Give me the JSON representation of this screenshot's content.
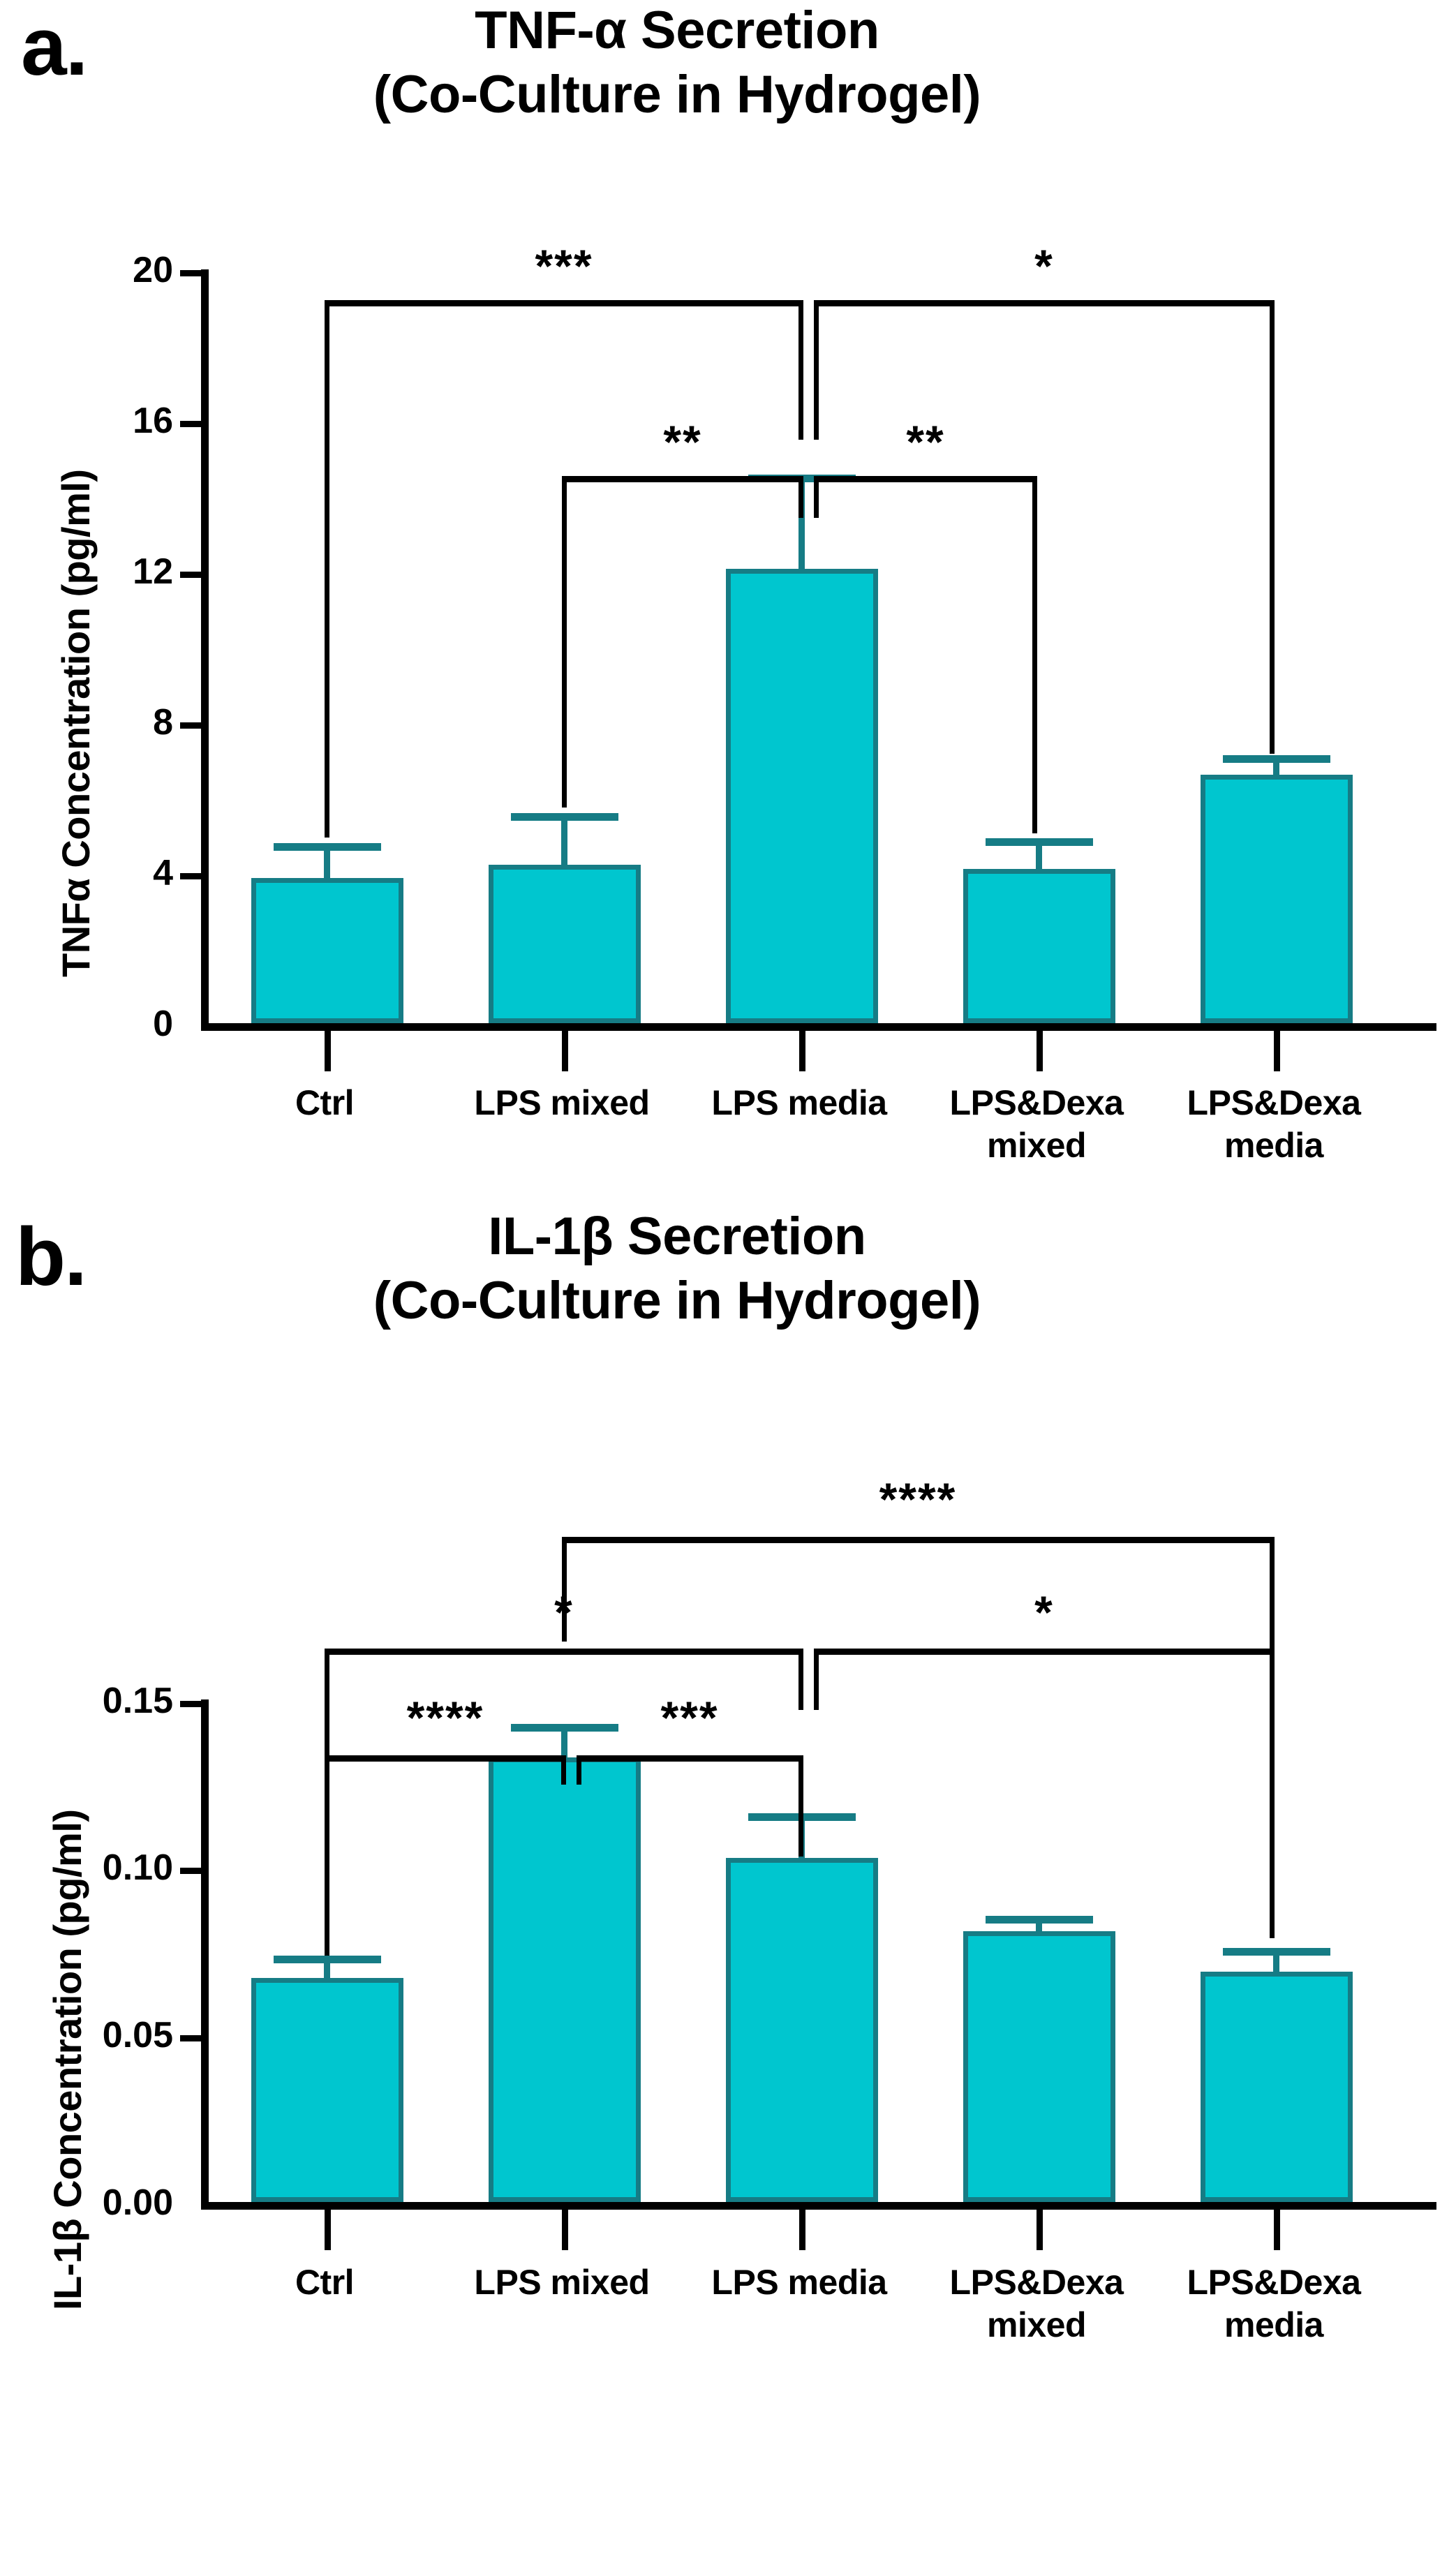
{
  "figure": {
    "panels": [
      {
        "letter": "a.",
        "title_line1": "TNF-α Secretion",
        "title_line2": "(Co-Culture in Hydrogel)",
        "ylabel": "TNFα Concentration (pg/ml)",
        "ytick_labels": [
          "20",
          "16",
          "12",
          "8",
          "4",
          "0"
        ],
        "xtick_labels": [
          {
            "l1": "Ctrl",
            "l2": ""
          },
          {
            "l1": "LPS mixed",
            "l2": ""
          },
          {
            "l1": "LPS media",
            "l2": ""
          },
          {
            "l1": "LPS&Dexa",
            "l2": "mixed"
          },
          {
            "l1": "LPS&Dexa",
            "l2": "media"
          }
        ],
        "significance": [
          {
            "label": "***",
            "from": 0,
            "to": 2,
            "level": 1
          },
          {
            "label": "*",
            "from": 2,
            "to": 4,
            "level": 1
          },
          {
            "label": "**",
            "from": 1,
            "to": 2,
            "level": 2
          },
          {
            "label": "**",
            "from": 2,
            "to": 3,
            "level": 2
          }
        ]
      },
      {
        "letter": "b.",
        "title_line1": "IL-1β Secretion",
        "title_line2": "(Co-Culture in Hydrogel)",
        "ylabel": "IL-1β Concentration (pg/ml)",
        "ytick_labels": [
          "0.15",
          "0.10",
          "0.05",
          "0.00"
        ],
        "xtick_labels": [
          {
            "l1": "Ctrl",
            "l2": ""
          },
          {
            "l1": "LPS mixed",
            "l2": ""
          },
          {
            "l1": "LPS media",
            "l2": ""
          },
          {
            "l1": "LPS&Dexa",
            "l2": "mixed"
          },
          {
            "l1": "LPS&Dexa",
            "l2": "media"
          }
        ],
        "significance": [
          {
            "label": "****",
            "from": 1,
            "to": 4,
            "level": 1
          },
          {
            "label": "*",
            "from": 0,
            "to": 2,
            "level": 2
          },
          {
            "label": "*",
            "from": 2,
            "to": 4,
            "level": 2
          },
          {
            "label": "****",
            "from": 0,
            "to": 1,
            "level": 3
          },
          {
            "label": "***",
            "from": 1,
            "to": 2,
            "level": 3
          }
        ]
      }
    ],
    "colors": {
      "bar_fill": "#00C6CF",
      "bar_stroke": "#167C85",
      "axis": "#000000",
      "text": "#000000"
    }
  },
  "chart_data": [
    {
      "type": "bar",
      "panel": "a",
      "title": "TNF-α Secretion (Co-Culture in Hydrogel)",
      "xlabel": "",
      "ylabel": "TNFα Concentration (pg/ml)",
      "ylim": [
        0,
        20
      ],
      "yticks": [
        0,
        4,
        8,
        12,
        16,
        20
      ],
      "grid": false,
      "legend": "none",
      "categories": [
        "Ctrl",
        "LPS mixed",
        "LPS media",
        "LPS&Dexa mixed",
        "LPS&Dexa media"
      ],
      "values": [
        3.85,
        4.2,
        12.05,
        4.1,
        6.6
      ],
      "errors": [
        0.85,
        1.3,
        2.4,
        0.75,
        0.45
      ],
      "error_type": "SEM",
      "annotations": [
        {
          "label": "***",
          "between": [
            "Ctrl",
            "LPS media"
          ]
        },
        {
          "label": "*",
          "between": [
            "LPS media",
            "LPS&Dexa media"
          ]
        },
        {
          "label": "**",
          "between": [
            "LPS mixed",
            "LPS media"
          ]
        },
        {
          "label": "**",
          "between": [
            "LPS media",
            "LPS&Dexa mixed"
          ]
        }
      ]
    },
    {
      "type": "bar",
      "panel": "b",
      "title": "IL-1β Secretion (Co-Culture in Hydrogel)",
      "xlabel": "",
      "ylabel": "IL-1β Concentration (pg/ml)",
      "ylim": [
        0,
        0.15
      ],
      "yticks": [
        0.0,
        0.05,
        0.1,
        0.15
      ],
      "grid": false,
      "legend": "none",
      "categories": [
        "Ctrl",
        "LPS mixed",
        "LPS media",
        "LPS&Dexa mixed",
        "LPS&Dexa media"
      ],
      "values": [
        0.067,
        0.133,
        0.103,
        0.081,
        0.069
      ],
      "errors": [
        0.005,
        0.009,
        0.012,
        0.003,
        0.005
      ],
      "error_type": "SEM",
      "annotations": [
        {
          "label": "****",
          "between": [
            "LPS mixed",
            "LPS&Dexa media"
          ]
        },
        {
          "label": "*",
          "between": [
            "Ctrl",
            "LPS media"
          ]
        },
        {
          "label": "*",
          "between": [
            "LPS media",
            "LPS&Dexa media"
          ]
        },
        {
          "label": "****",
          "between": [
            "Ctrl",
            "LPS mixed"
          ]
        },
        {
          "label": "***",
          "between": [
            "LPS mixed",
            "LPS media"
          ]
        }
      ]
    }
  ]
}
